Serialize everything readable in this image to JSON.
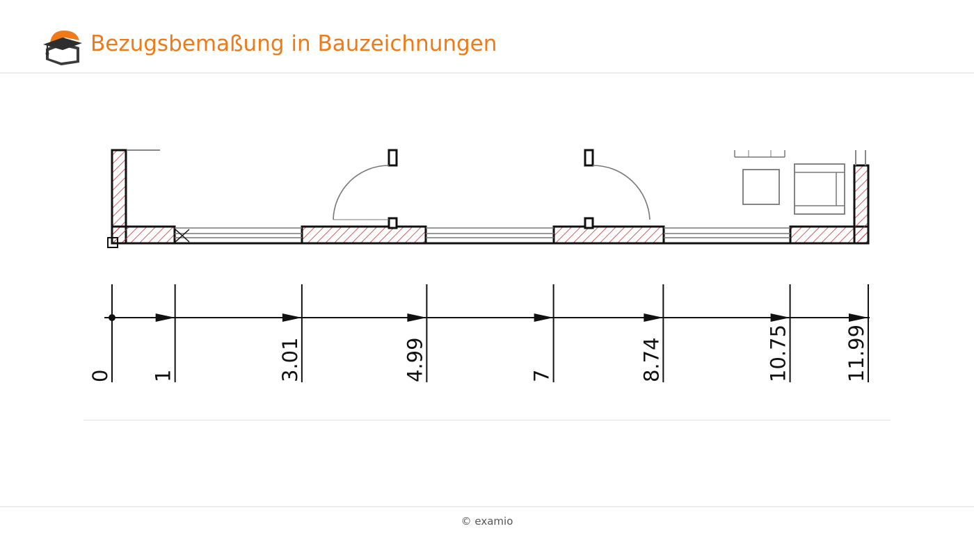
{
  "header": {
    "title": "Bezugsbemaßung in Bauzeichnungen",
    "logo_icon": "graduation-cap-book-icon",
    "accent_color": "#ef7a17"
  },
  "drawing": {
    "dimension_labels": [
      {
        "value": 0,
        "label": "0"
      },
      {
        "value": 1,
        "label": "1"
      },
      {
        "value": 3.01,
        "label": "3.01"
      },
      {
        "value": 4.99,
        "label": "4.99"
      },
      {
        "value": 7,
        "label": "7"
      },
      {
        "value": 8.74,
        "label": "8.74"
      },
      {
        "value": 10.75,
        "label": "10.75"
      },
      {
        "value": 11.99,
        "label": "11.99"
      }
    ],
    "hatch_color": "#c0363c"
  },
  "footer": {
    "copyright": "© examio"
  }
}
